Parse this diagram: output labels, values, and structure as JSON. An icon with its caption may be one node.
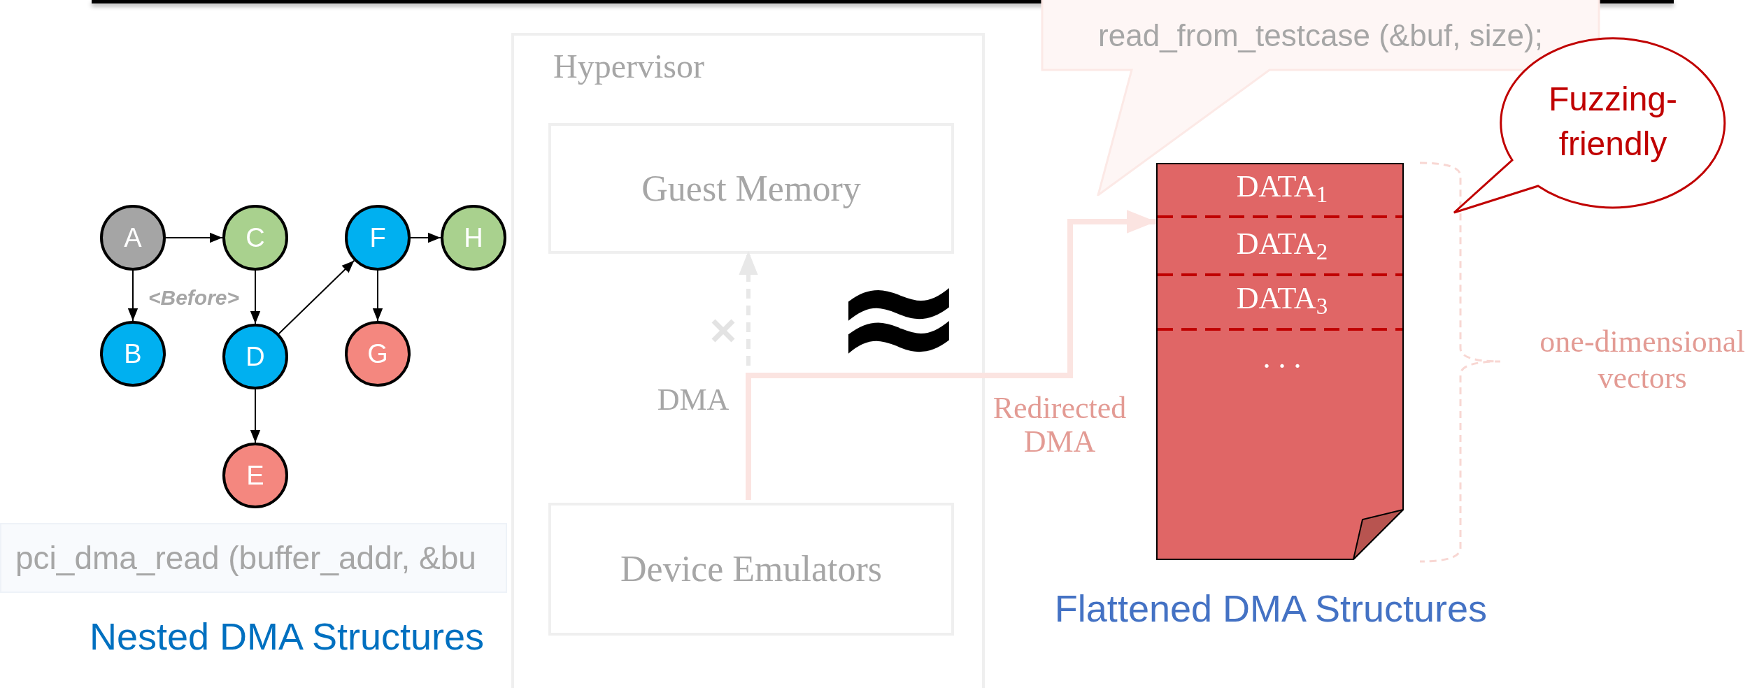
{
  "diagram": {
    "nodes": [
      {
        "text": [
          "Hypervisor"
        ]
      },
      {
        "text": [
          "Guest Memory"
        ],
        "in": 0
      },
      {
        "text": [
          "Device Emulators"
        ],
        "in": 0
      },
      {
        "text": [
          "pci_dma_read (buffer_addr, &bu"
        ]
      },
      {
        "text": [
          "read_from_testcase (&buf, size);"
        ]
      },
      {
        "text": [
          "A"
        ]
      },
      {
        "text": [
          "C"
        ]
      },
      {
        "text": [
          "F"
        ]
      },
      {
        "text": [
          "H"
        ]
      },
      {
        "text": [
          "B"
        ]
      },
      {
        "text": [
          "D"
        ]
      },
      {
        "text": [
          "G"
        ]
      },
      {
        "text": [
          "E"
        ]
      },
      {
        "text": [
          "DATA$_{1}$",
          "DATA$_{2}$",
          "DATA$_{3}$",
          ". . ."
        ]
      },
      {
        "text": [
          "Fuzzing-friendly"
        ]
      }
    ],
    "edges": [
      {
        "from": 5,
        "to": 6,
        "arrow": "to"
      },
      {
        "from": 5,
        "to": 9,
        "arrow": "to"
      },
      {
        "from": 6,
        "to": 10,
        "arrow": "to"
      },
      {
        "from": 10,
        "to": 7,
        "arrow": "to"
      },
      {
        "from": 7,
        "to": 8,
        "arrow": "to"
      },
      {
        "from": 7,
        "to": 11,
        "arrow": "to"
      },
      {
        "from": 10,
        "to": 12,
        "arrow": "to"
      },
      {
        "from": 2,
        "to": 1,
        "arrow": "to",
        "label": "DMA",
        "style": "dashed",
        "color": "#e8e8e8"
      },
      {
        "from": 2,
        "to": 13,
        "arrow": "to",
        "label": "Redirected DMA",
        "style": "thick",
        "color": "#fbe4e1"
      }
    ],
    "labels": [
      "<Before>",
      "≈",
      "one-dimensional vectors",
      "Nested DMA Structures",
      "Flattened DMA Structures"
    ]
  }
}
